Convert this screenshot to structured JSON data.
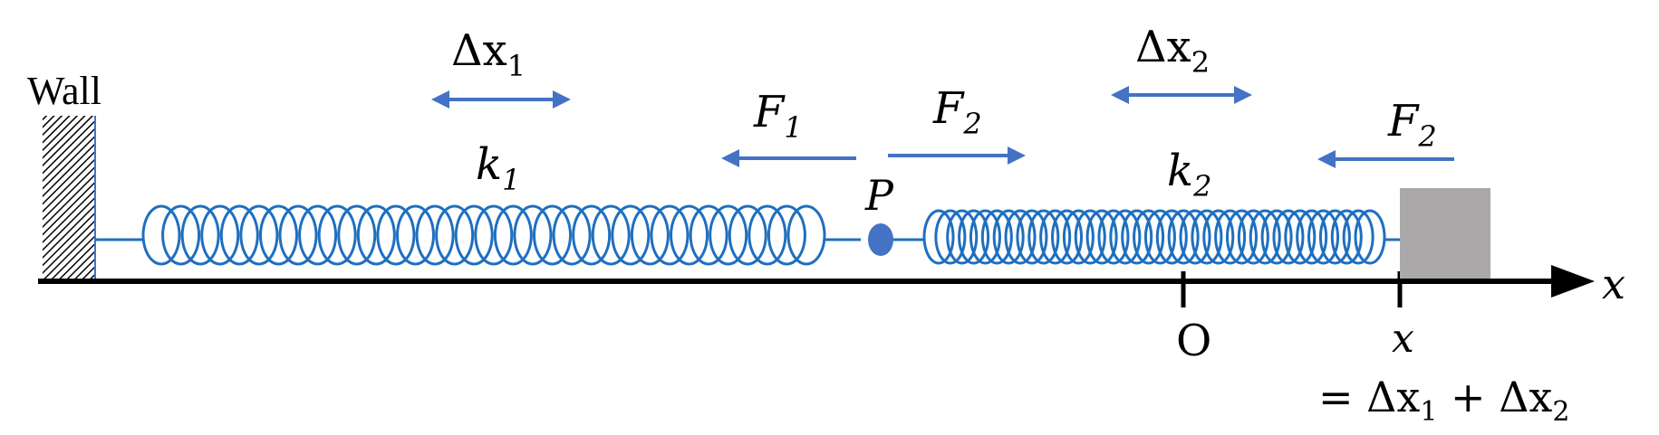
{
  "wall_label": "Wall",
  "labels": {
    "delta_x1": {
      "base": "Δx",
      "sub": "1"
    },
    "delta_x2": {
      "base": "Δx",
      "sub": "2"
    },
    "k1": {
      "base": "k",
      "sub": "1"
    },
    "k2": {
      "base": "k",
      "sub": "2"
    },
    "F1": {
      "base": "F",
      "sub": "1"
    },
    "F2_left": {
      "base": "F",
      "sub": "2"
    },
    "F2_right": {
      "base": "F",
      "sub": "2"
    },
    "point_P": "P",
    "axis_x": "x",
    "origin": "O",
    "position_x": "x",
    "equation": {
      "eq": "= Δx",
      "sub1": "1",
      "plus": " + Δx",
      "sub2": "2"
    }
  },
  "colors": {
    "spring": "#1f6fbf",
    "arrow": "#4472c4",
    "point": "#4472c4",
    "block": "#aaa8a8",
    "axis": "#000000"
  }
}
